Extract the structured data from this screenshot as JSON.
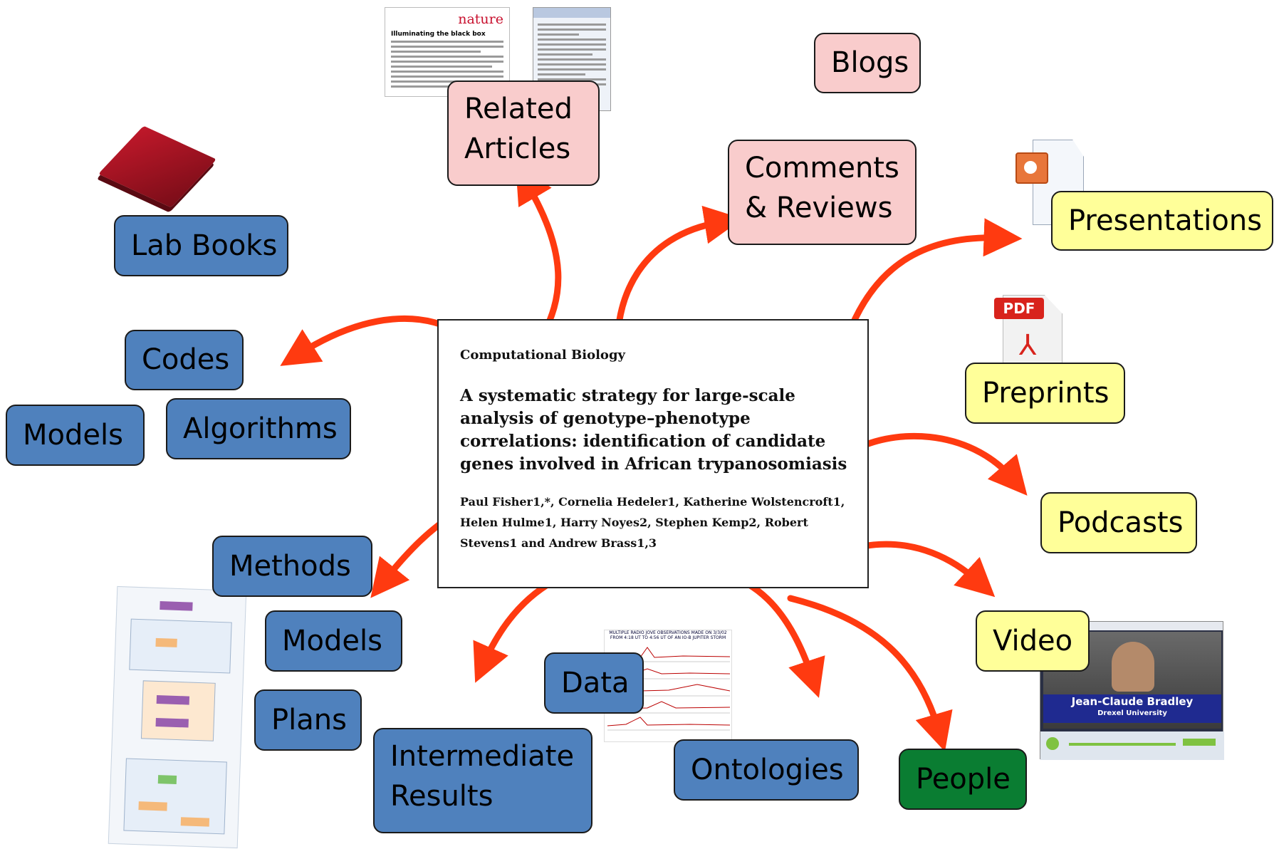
{
  "colors": {
    "resource_blue": "#4f81bd",
    "discussion_pink": "#f9cccc",
    "publication_yellow": "#ffff99",
    "people_green": "#0a7d32",
    "arrow_red": "#ff3a10"
  },
  "paper": {
    "section": "Computational Biology",
    "title": "A systematic strategy for large-scale analysis of genotype–phenotype correlations: identification of candidate genes involved in African trypanosomiasis",
    "authors": "Paul Fisher1,*, Cornelia Hedeler1, Katherine Wolstencroft1, Helen Hulme1, Harry Noyes2, Stephen Kemp2, Robert Stevens1 and Andrew Brass1,3"
  },
  "thumbnails": {
    "nature_brand": "nature",
    "nature_headline": "Illuminating the black box",
    "pdf_badge": "PDF",
    "radio_chart_title": "MULTIPLE RADIO JOVE OBSERVATIONS MADE ON 3/3/02 FROM 4:18 UT TO 4:56 UT OF AN IO-B JUPITER STORM",
    "video_caption_name": "Jean-Claude Bradley",
    "video_caption_org": "Drexel University"
  },
  "boxes": {
    "lab_books": "Lab Books",
    "codes": "Codes",
    "models_left": "Models",
    "algorithms": "Algorithms",
    "methods": "Methods",
    "models_mid": "Models",
    "plans": "Plans",
    "intermediate_results_1": "Intermediate",
    "intermediate_results_2": "Results",
    "data": "Data",
    "ontologies": "Ontologies",
    "people": "People",
    "related_articles_1": "Related",
    "related_articles_2": "Articles",
    "comments_reviews_1": "Comments",
    "comments_reviews_2": "& Reviews",
    "blogs": "Blogs",
    "presentations": "Presentations",
    "preprints": "Preprints",
    "podcasts": "Podcasts",
    "video": "Video"
  }
}
